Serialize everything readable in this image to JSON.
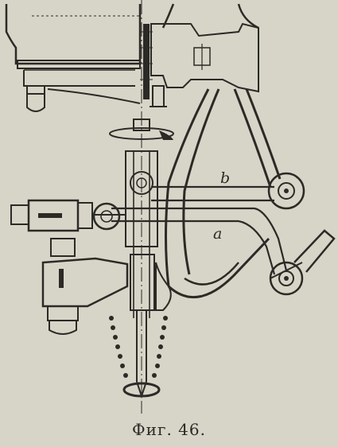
{
  "figure": {
    "caption": "Фиг. 46.",
    "label_b": "b",
    "label_a": "a"
  },
  "colors": {
    "paper": "#d7d5c8",
    "ink": "#2b2a26"
  }
}
